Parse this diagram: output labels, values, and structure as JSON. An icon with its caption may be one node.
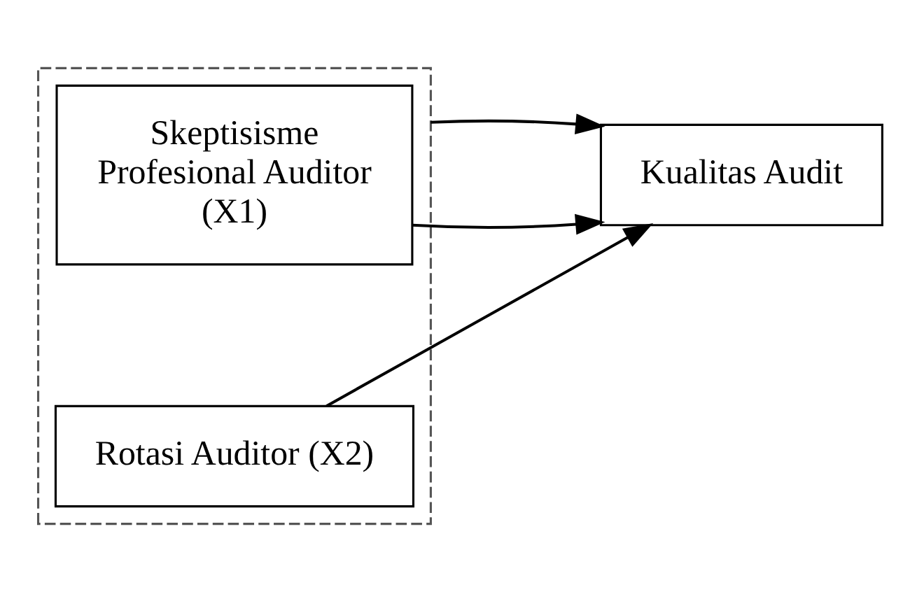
{
  "diagram": {
    "nodes": [
      {
        "text": [],
        "shape": "box"
      },
      {
        "text": [
          "Skeptisisme Profesional Auditor (X1)"
        ],
        "in": 0
      },
      {
        "text": [
          "Rotasi Auditor (X2)"
        ],
        "in": 0
      },
      {
        "text": [
          "Kualitas Audit"
        ]
      }
    ],
    "edges": [
      {
        "from": 1,
        "to": 3,
        "arrow": "to"
      },
      {
        "from": 0,
        "to": 3,
        "arrow": "to"
      },
      {
        "from": 2,
        "to": 3,
        "arrow": "to"
      }
    ]
  }
}
